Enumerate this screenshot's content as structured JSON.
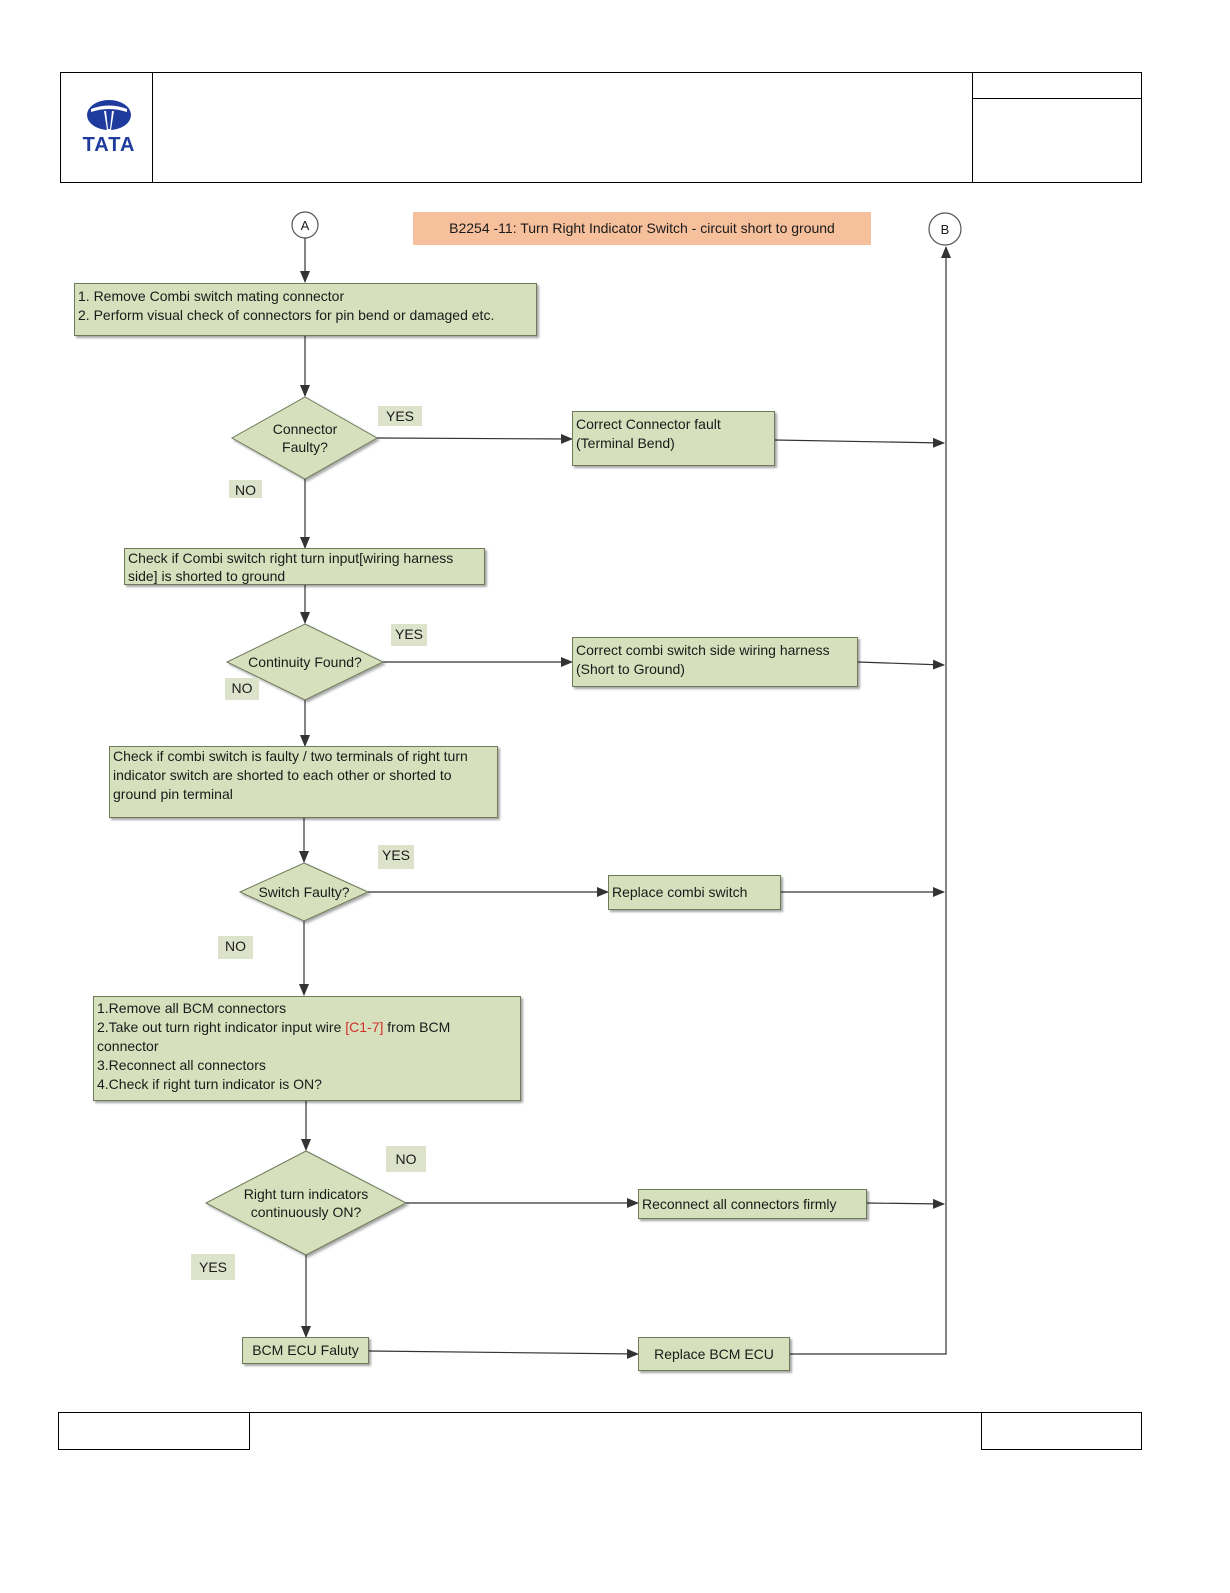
{
  "header": {
    "logo_text": "TATA",
    "colors": {
      "logo": "#1f3b9e"
    }
  },
  "diagram": {
    "title": "B2254 -11: Turn Right Indicator Switch -  circuit short to ground",
    "connector_a": "A",
    "connector_b": "B",
    "steps": {
      "step1_line1": "1. Remove Combi switch mating connector",
      "step1_line2": "2. Perform visual check of connectors for pin bend or damaged etc.",
      "decision1": "Connector Faulty?",
      "fix1_line1": "Correct Connector fault",
      "fix1_line2": "(Terminal Bend)",
      "step2_line1": "Check if  Combi switch right turn input[wiring harness",
      "step2_line2": "side] is shorted to ground",
      "decision2": "Continuity Found?",
      "fix2_line1": "Correct combi switch side wiring harness",
      "fix2_line2": "(Short to Ground)",
      "step3_line1": " Check if combi switch is faulty / two terminals of right turn",
      "step3_line2": "indicator  switch  are shorted to each other or shorted to",
      "step3_line3": "ground pin terminal",
      "decision3": "Switch Faulty?",
      "fix3": "Replace combi switch",
      "step4_line1": "1.Remove all BCM connectors",
      "step4_line2a": "2.Take out turn right indicator input wire ",
      "step4_line2b": "[C1-7]",
      "step4_line2c": " from BCM",
      "step4_line3": "connector",
      "step4_line4": "3.Reconnect all connectors",
      "step4_line5": "4.Check if right turn indicator is ON?",
      "decision4": "Right turn indicators continuously  ON?",
      "fix4": "Reconnect all connectors firmly",
      "result": "BCM ECU Faluty",
      "fix5": "Replace BCM ECU"
    },
    "labels": {
      "yes": "YES",
      "no": "NO"
    },
    "colors": {
      "node_fill": "#d7e0bd",
      "title_fill": "#f6c09d",
      "highlight": "#d0312d"
    }
  }
}
